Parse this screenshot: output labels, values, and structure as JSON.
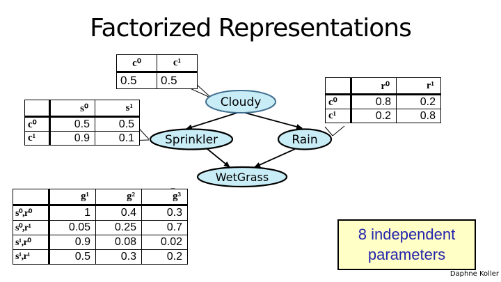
{
  "slide": {
    "title": "Factorized Representations",
    "credit": "Daphne Koller"
  },
  "network": {
    "nodes": [
      {
        "id": "cloudy",
        "label": "Cloudy"
      },
      {
        "id": "sprinkler",
        "label": "Sprinkler"
      },
      {
        "id": "rain",
        "label": "Rain"
      },
      {
        "id": "wetgrass",
        "label": "WetGrass"
      }
    ],
    "edges": [
      {
        "from": "Cloudy",
        "to": "Sprinkler"
      },
      {
        "from": "Cloudy",
        "to": "Rain"
      },
      {
        "from": "Sprinkler",
        "to": "WetGrass"
      },
      {
        "from": "Rain",
        "to": "WetGrass"
      }
    ]
  },
  "tables": {
    "cloudy_prior": {
      "headers": [
        "c⁰",
        "c¹"
      ],
      "values": [
        "0.5",
        "0.5"
      ]
    },
    "sprinkler_cpt": {
      "corner": "",
      "col_headers": [
        "s⁰",
        "s¹"
      ],
      "rows": [
        {
          "label": "c⁰",
          "values": [
            "0.5",
            "0.5"
          ]
        },
        {
          "label": "c¹",
          "values": [
            "0.9",
            "0.1"
          ]
        }
      ]
    },
    "rain_cpt": {
      "corner": "",
      "col_headers": [
        "r⁰",
        "r¹"
      ],
      "rows": [
        {
          "label": "c⁰",
          "values": [
            "0.8",
            "0.2"
          ]
        },
        {
          "label": "c¹",
          "values": [
            "0.2",
            "0.8"
          ]
        }
      ]
    },
    "wetgrass_cpt": {
      "corner": "",
      "col_headers": [
        "g¹",
        "g²",
        "g³"
      ],
      "rows": [
        {
          "label": "s⁰,r⁰",
          "values": [
            "1",
            "0.4",
            "0.3"
          ]
        },
        {
          "label": "s⁰,r¹",
          "values": [
            "0.05",
            "0.25",
            "0.7"
          ]
        },
        {
          "label": "s¹,r⁰",
          "values": [
            "0.9",
            "0.08",
            "0.02"
          ]
        },
        {
          "label": "s¹,r¹",
          "values": [
            "0.5",
            "0.3",
            "0.2"
          ]
        }
      ]
    }
  },
  "callout": {
    "text": "8 independent parameters"
  },
  "colors": {
    "node_fill": "#C9EDF7",
    "cloudy_node_stroke": "#3E6E8F",
    "node_stroke": "#000000",
    "params_box_bg": "#FFFFC6",
    "params_text": "#2323AE"
  }
}
